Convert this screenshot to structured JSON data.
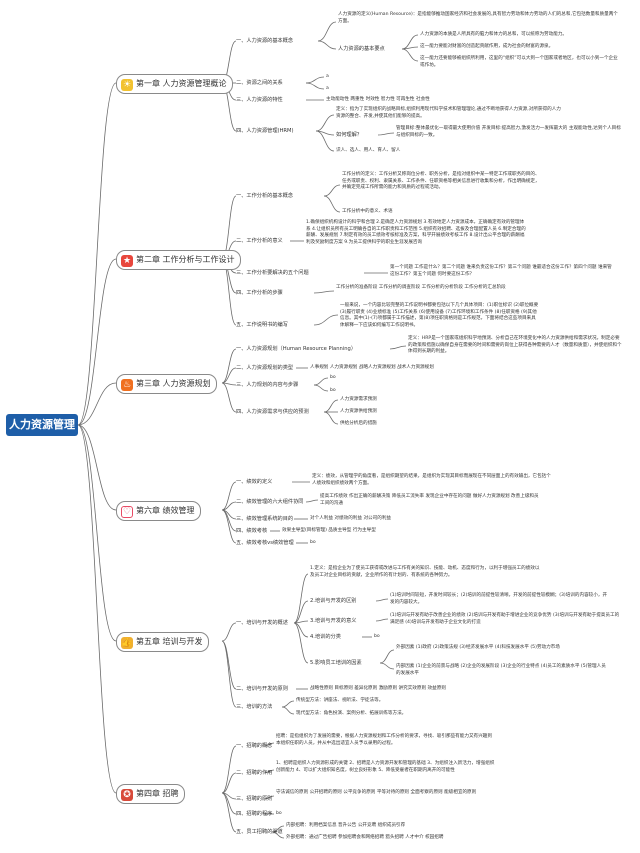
{
  "root": "人力资源管理",
  "icons": {
    "lightbulb": "#f2c230",
    "star": "#e8463c",
    "fire": "#f07020",
    "heart": "#e84a64",
    "thumb": "#f0b030",
    "award": "#d84a3a"
  },
  "chapters": [
    {
      "title": "第一章 人力资源管理概论",
      "icon": "lightbulb-icon",
      "sections": [
        {
          "label": "一、人力资源的基本概念",
          "items": [
            "人力资源的定义(Human Resource)：是指能够推动国家经济和社会发展的,具有智力劳动和体力劳动的人们的总和,它包括数量和质量两个方面。",
            "人力资源的本质是人所具有的脑力和体力的总和，可以统称为劳动能力。",
            "这一能力要能对财富的创造起贡献作用，成为社会的财富的源泉。",
            "这一能力还要能够被组织所利用，这里的“组织”可以大到一个国家或者地区，也可以小到一个企业或作坊。"
          ],
          "sub": "人力资源的基本要点"
        },
        {
          "label": "二、资源之间的关系",
          "items": [
            "a",
            "a"
          ]
        },
        {
          "label": "三、人力资源的特性",
          "items": [
            "主动能动性 两重性 时效性 智力性 可再生性 社会性"
          ]
        },
        {
          "label": "四、人力资源管理(HRM)",
          "items": [
            "定义：指为了实现组织的战略目标,组织利用现代科学技术和管理理论,通过不断地获得人力资源,对所获得的人力资源的整合、开发,并使其他们能够的提高。",
            "管理目标:整体最优化一取得最大使用价值 开发目标:提高智力,激发活力一发挥最大的 主观能动性,达到个人目标与组织目标的一致。",
            "识人、选人、用人、育人、留人"
          ],
          "sub": "如何理解？"
        }
      ]
    },
    {
      "title": "第二章 工作分析与工作设计",
      "icon": "star-icon",
      "sections": [
        {
          "label": "一、工作分析的基本概念",
          "items": [
            "工作分析的定义：工作分析又称岗位分析、职务分析，是指对组织中某一特定工作或职务的目的、任务或职责、权利、隶属关系、工作条件、任职资格等相关信息进行收集和分析，作出明确规定，并确定完成工作所需的能力和资质的过程或活动。",
            "工作分析中的意义、术语"
          ]
        },
        {
          "label": "二、工作分析的意义",
          "items": [
            "1.确保组织机构设计的科学和合理 2.是确定人力资源规划 3.有效地定人力资源成本，正确确定有效的管理体系 4.让组织员所有员工明确各自的工作职责和工作范围 5.组织有效招聘、选拔及合理配置人员 6.制定合理的薪酬、发展规划 7.制定有效的员工绩效考核标准及方案，科学开展绩效考核工作 8.设计出公平合理的薪酬福利及奖励制度方案 9.为员工提供科学的职业生涯发展咨询"
          ]
        },
        {
          "label": "三、工作分析要解决的五个问题",
          "items": [
            "第一个问题 工作是什么？第二个问题 谁来负责这份工作？第三个问题 谁最适合这份工作？第四个问题 谁来管这份工作？第五个问题 何时要这份工作？"
          ]
        },
        {
          "label": "四、工作分析的步骤",
          "items": [
            "工作分析的准备阶段 工作分析的调查阶段 工作分析的分析阶段 工作分析的汇总阶段"
          ]
        },
        {
          "label": "五、工作说明书的编写",
          "items": [
            "一般来说，一个内容比较完整的工作说明书都要包括以下几个具体项目：(1)职位标识 (2)职位概要 (3)履行职责 (4)业绩标准 (5)工作关系 (6)使用设备 (7)工作环境和工作条件 (8)任职资格 (9)其他信息。其中(1)-(7)项都属于工作描述，第(8)项任职资格则是工作规范，下面将结合这些项目来具体解释一下应该如何编写工作说明书。"
          ]
        }
      ]
    },
    {
      "title": "第三章 人力资源规划",
      "icon": "fire-icon",
      "sections": [
        {
          "label": "一、人力资源规划（Human Resource Planning）",
          "items": [
            "定义：HRP是一个国家或组织科学地预测、分析自己在环境变化中的人力资源供给和需求状况，制定必要的政策和措施以确保自身在需要的时间和需要的岗位上获得各种需要的人才（数量和质量），并使组织和个体得到长期的利益。"
          ]
        },
        {
          "label": "二、人力资源规划的类型",
          "items": [
            "人事规划 人力资源规划 战略人力资源规划 战术人力资源规划"
          ]
        },
        {
          "label": "三、人力规划的内容与步骤",
          "items": [
            "bo",
            "bo"
          ]
        },
        {
          "label": "四、人力资源需求与供应的预测",
          "items": [
            "人力资源需求预测",
            "人力资源供给预测",
            "供给分析后的措施"
          ]
        }
      ]
    },
    {
      "title": "第六章 绩效管理",
      "icon": "heart-icon",
      "sections": [
        {
          "label": "一、绩效的定义",
          "items": [
            "定义：绩效，从管理学的角度看，是组织期望的结果，是组织为实现其目标而展现在不同层面上的有效输出，它包括个人绩效和组织绩效两个方面。"
          ]
        },
        {
          "label": "二、绩效管理的六大组件协同",
          "items": [
            "提高工作绩效 作出正确的薪酬决策 降低员工流失率 发现企业中存在的问题 做好人力资源规划 改善上级和员工间的沟通"
          ]
        },
        {
          "label": "三、绩效管理系统的目的",
          "items": [
            "对个人利益 对绩效的利益 对公司的利益"
          ]
        },
        {
          "label": "四、绩效考核",
          "items": [
            "效果主导型(目标管理) 品质主导型 行为主导型"
          ]
        },
        {
          "label": "五、绩效考核vs绩效管理",
          "items": [
            "bo"
          ]
        }
      ]
    },
    {
      "title": "第五章 培训与开发",
      "icon": "thumb-icon",
      "sections": [
        {
          "label": "一、培训与开发的概述",
          "items": [
            "1.定义：是指企业为了使员工获得或改进与工作有关的知识、技能、动机、态度和行为，以利于增强员工的绩效以及员工对企业目标的贡献，企业所作的有计划的、有系统的各种努力。",
            "(1)培训时间较短，开发时间较长；(2)培训的前提性较清晰，开发的前提性较模糊；(3)培训的内容较小，开发的内容较大。",
            "(1)培训与开发有助于改善企业的绩效 (2)培训与开发有助于增进企业的竞争优势 (3)培训与开发有助于提高员工的满足感 (4)培训与开发有助于企业文化的打造",
            "bo",
            "外部因素 (1)政府 (2)政策法规 (3)经济发展水平 (4)科技发展水平 (5)劳动力市场",
            "内部因素 (1)企业的前景与战略 (2)企业的发展阶段 (3)企业的行业特点 (4)员工的素质水平 (5)管理人员的发展水平"
          ],
          "subs": [
            "2.培训与开发的区别",
            "3.培训与开发的意义",
            "4.培训的分类",
            "5.影响员工培训的因素"
          ]
        },
        {
          "label": "二、培训与开发的原则",
          "items": [
            "战略性原则 目标原则 差异化原则 激励原则 讲究实效原则 效益原则"
          ]
        },
        {
          "label": "三、培训的方法",
          "items": [
            "传统型方法：讲座法、视听法、学徒法等。",
            "现代型方法：角色扮演、案例分析、拓展训练等方法。"
          ]
        }
      ]
    },
    {
      "title": "第四章 招聘",
      "icon": "award-icon",
      "sections": [
        {
          "label": "一、招聘的概念",
          "items": [
            "招聘：是指组织为了发展的需要，根据人力资源规划和工作分析的要求，寻找、吸引那些有能力又有兴趣到本组织任职的人员，并从中选出适宜人员予以录用的过程。"
          ]
        },
        {
          "label": "二、招聘的作用",
          "items": [
            "1、招聘是组织人力资源形成的关键 2、招聘是人力资源开发和管理的基础 3、为组织注入新活力，增强组织创新能力 4、可以扩大组织知名度，树立良好形象 5、降低受雇者在职期内离开的可能性"
          ]
        },
        {
          "label": "三、招聘的原则",
          "items": [
            "守法诚信的原则 公开招聘的原则 公平竞争的原则 平等对待的原则 全面考察的原则 能级相宜的原则"
          ]
        },
        {
          "label": "四、招聘的程序",
          "items": [
            "bo"
          ]
        },
        {
          "label": "五、员工招聘的渠道",
          "items": [
            "内部招聘：利用档案信息 晋升公告 公开竞聘 组织成员引荐",
            "外部招聘：通过广告招聘 参加招聘会和网络招聘 猎头招聘 人才中介 校园招聘"
          ]
        }
      ]
    }
  ]
}
